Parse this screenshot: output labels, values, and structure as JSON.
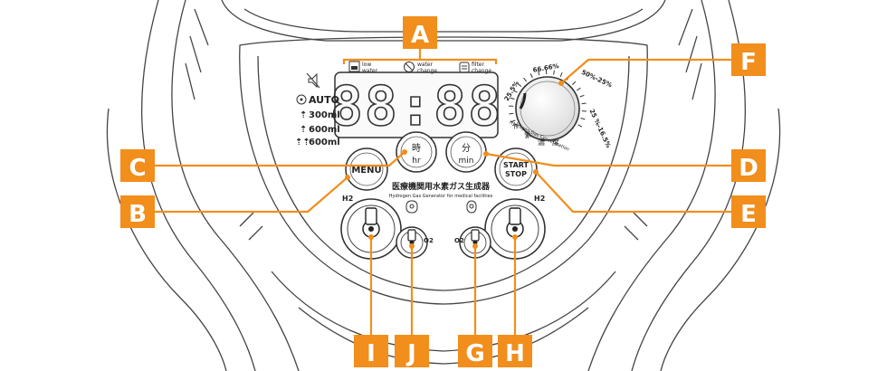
{
  "accent_color": "#f18e1c",
  "panel": {
    "lcd_time": "88:88",
    "indicators": [
      {
        "icon": "low-water-icon",
        "line1": "low",
        "line2": "water"
      },
      {
        "icon": "water-change-icon",
        "line1": "water",
        "line2": "change"
      },
      {
        "icon": "filter-change-icon",
        "line1": "filter",
        "line2": "change"
      }
    ],
    "modes": {
      "auto": "AUTO",
      "ml300": "300ml",
      "ml600a": "600ml",
      "ml600b": "600ml"
    },
    "hr_button": {
      "kanji": "時",
      "unit": "hr"
    },
    "min_button": {
      "kanji": "分",
      "unit": "min"
    },
    "menu_label": "MENU",
    "start_stop": {
      "line1": "START",
      "line2": "STOP"
    },
    "product_name_jp": "医療機関用水素ガス生成器",
    "product_name_en": "Hydrogen Gas Generator for medical facilities",
    "dial_labels": {
      "p1": "66.66%",
      "p2": "50%-25%",
      "p3": "25.5%",
      "p4": "25 %-16.5%"
    },
    "dial_kanji": [
      "水",
      "素",
      "濃",
      "度"
    ],
    "dial_caption": "Hydrogen Gas Concentration",
    "port_labels": {
      "h2_left": "H2",
      "h2_right": "H2",
      "o2_left": "O2",
      "o2_right": "O2"
    }
  },
  "callouts": [
    {
      "id": "A",
      "letter": "A"
    },
    {
      "id": "B",
      "letter": "B"
    },
    {
      "id": "C",
      "letter": "C"
    },
    {
      "id": "D",
      "letter": "D"
    },
    {
      "id": "E",
      "letter": "E"
    },
    {
      "id": "F",
      "letter": "F"
    },
    {
      "id": "G",
      "letter": "G"
    },
    {
      "id": "H",
      "letter": "H"
    },
    {
      "id": "I",
      "letter": "I"
    },
    {
      "id": "J",
      "letter": "J"
    }
  ]
}
